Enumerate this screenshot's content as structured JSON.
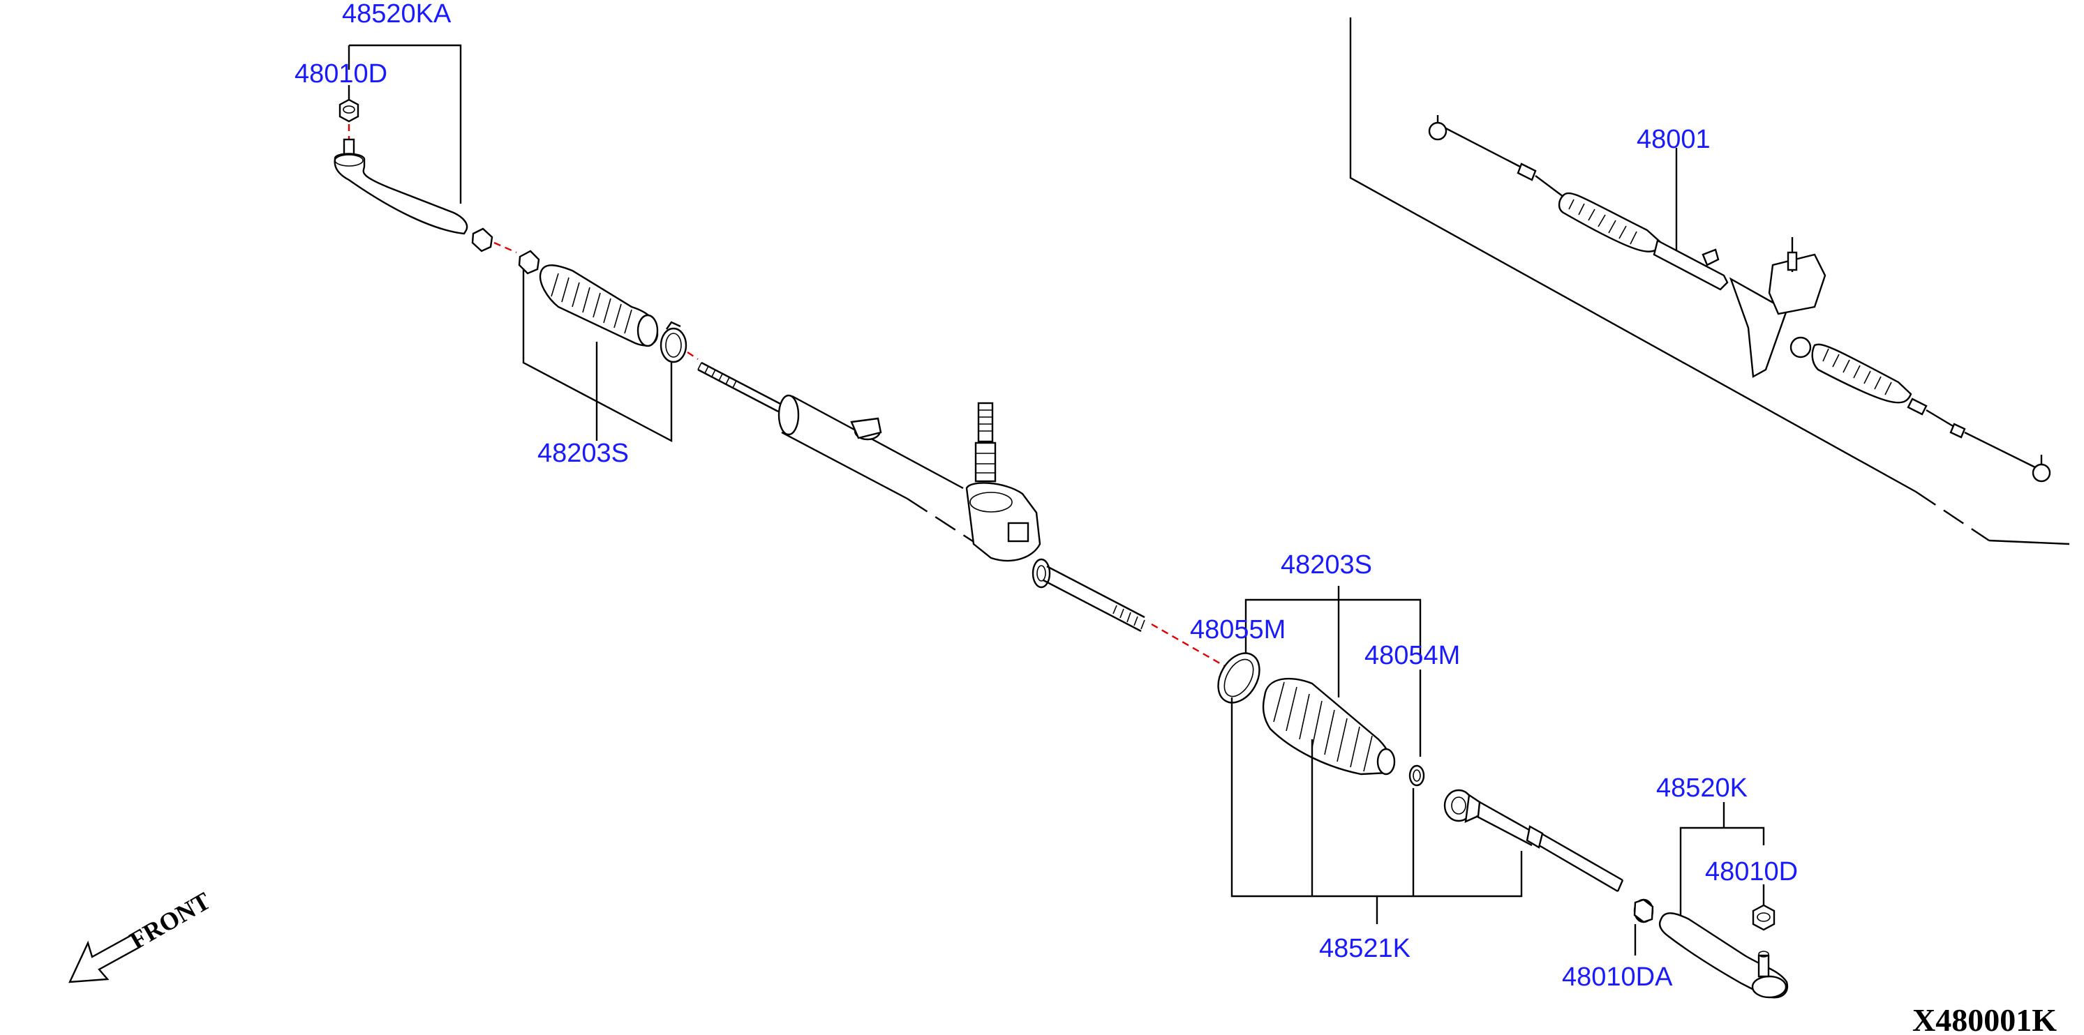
{
  "labels": {
    "tie_rod_end_left": "48520KA",
    "nut_left": "48010D",
    "boot_kit_left": "48203S",
    "gear_assembly": "48001",
    "boot_kit_right": "48203S",
    "clamp_large": "48055M",
    "clamp_small": "48054M",
    "tie_rod_end_right": "48520K",
    "nut_right": "48010D",
    "inner_socket": "48521K",
    "lock_nut": "48010DA",
    "front": "FRONT",
    "diagram_code": "X480001K"
  },
  "colors": {
    "label": "#1a1aff",
    "line": "#000000",
    "centerline": "#e00000"
  }
}
